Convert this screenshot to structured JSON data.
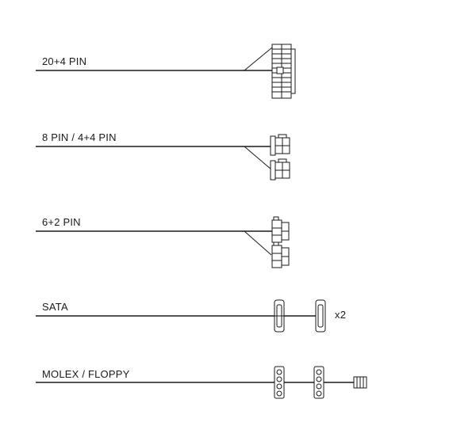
{
  "cables": [
    {
      "label": "20+4 PIN",
      "connector": "atx-24pin"
    },
    {
      "label": "8 PIN / 4+4 PIN",
      "connector": "eps-8pin"
    },
    {
      "label": "6+2 PIN",
      "connector": "pcie-6-2pin"
    },
    {
      "label": "SATA",
      "connector": "sata",
      "multiplier": "x2"
    },
    {
      "label": "MOLEX / FLOPPY",
      "connector": "molex-floppy"
    }
  ]
}
